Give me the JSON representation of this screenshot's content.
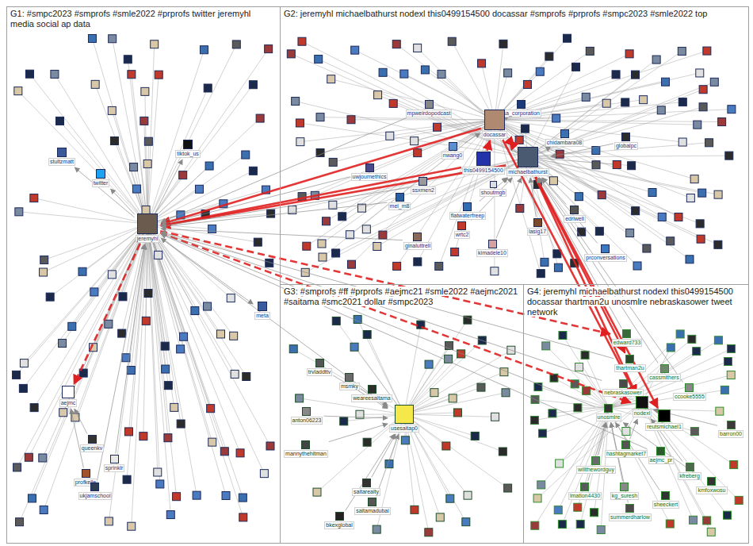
{
  "diagram": {
    "nodes": [
      {
        "text": [
          "G1: #smpc2023 #smprofs #smle2022 #prprofs twitter jeremyhl media social ap data"
        ]
      },
      {
        "text": [
          "G2: jeremyhl michaelbathurst nodexl this0499154500 docassar #smprofs #prprofs #smpc2023 #smle2022 top"
        ]
      },
      {
        "text": [
          "G3: #smprofs #ff #prprofs #aejmc21 #smle2022 #aejmc2021 #saitama #smc2021 dollar #smpc2023"
        ]
      },
      {
        "text": [
          "G4: jeremyhl michaelbathurst nodexl this0499154500 docassar thartman2u unosmlre nebraskasower tweet network"
        ]
      },
      {
        "text": [
          "stultzmatt"
        ],
        "in": 0
      },
      {
        "text": [
          "twitter"
        ],
        "in": 0
      },
      {
        "text": [
          "tiktok_us"
        ],
        "in": 0
      },
      {
        "text": [
          "jeremyhl"
        ],
        "in": 0
      },
      {
        "text": [
          "meta"
        ],
        "in": 0
      },
      {
        "text": [
          "aejmc"
        ],
        "in": 0
      },
      {
        "text": [
          "queenkv"
        ],
        "in": 0
      },
      {
        "text": [
          "sprinklr"
        ],
        "in": 0
      },
      {
        "text": [
          "profkelle"
        ],
        "in": 0
      },
      {
        "text": [
          "ukjamschool"
        ],
        "in": 0
      },
      {
        "text": [
          "mpweirdopodcast"
        ],
        "in": 1
      },
      {
        "text": [
          "lsa_corporation"
        ],
        "in": 1
      },
      {
        "text": [
          "docassar"
        ],
        "in": 1
      },
      {
        "text": [
          "chidambara08"
        ],
        "in": 1
      },
      {
        "text": [
          "globalpc"
        ],
        "in": 1
      },
      {
        "text": [
          "nwang0"
        ],
        "in": 1
      },
      {
        "text": [
          "michaelbathurst"
        ],
        "in": 1
      },
      {
        "text": [
          "this0499154500"
        ],
        "in": 1
      },
      {
        "text": [
          "uwjournethics"
        ],
        "in": 1
      },
      {
        "text": [
          "shoutmgb"
        ],
        "in": 1
      },
      {
        "text": [
          "ssxmen2"
        ],
        "in": 1
      },
      {
        "text": [
          "mel_m8"
        ],
        "in": 1
      },
      {
        "text": [
          "flatwaterfreep"
        ],
        "in": 1
      },
      {
        "text": [
          "edriwell"
        ],
        "in": 1
      },
      {
        "text": [
          "lasig17"
        ],
        "in": 1
      },
      {
        "text": [
          "wrtc2"
        ],
        "in": 1
      },
      {
        "text": [
          "ginaluttrell"
        ],
        "in": 1
      },
      {
        "text": [
          "kimadele10"
        ],
        "in": 1
      },
      {
        "text": [
          "prconversations"
        ],
        "in": 1
      },
      {
        "text": [
          "trvladdttv"
        ],
        "in": 2
      },
      {
        "text": [
          "msmky"
        ],
        "in": 2
      },
      {
        "text": [
          "weareesaitama"
        ],
        "in": 2
      },
      {
        "text": [
          "anton06223"
        ],
        "in": 2
      },
      {
        "text": [
          "usesaitap0"
        ],
        "in": 2
      },
      {
        "text": [
          "mannythehitman"
        ],
        "in": 2
      },
      {
        "text": [
          "saitarealty"
        ],
        "in": 2
      },
      {
        "text": [
          "saitamadubai"
        ],
        "in": 2
      },
      {
        "text": [
          "bkexglobal"
        ],
        "in": 2
      },
      {
        "text": [
          "edward733"
        ],
        "in": 3
      },
      {
        "text": [
          "thartman2u"
        ],
        "in": 3
      },
      {
        "text": [
          "cassmithers"
        ],
        "in": 3
      },
      {
        "text": [
          "nebraskasower"
        ],
        "in": 3
      },
      {
        "text": [
          "ccooke5555"
        ],
        "in": 3
      },
      {
        "text": [
          "nodexl"
        ],
        "in": 3
      },
      {
        "text": [
          "unosmlre"
        ],
        "in": 3
      },
      {
        "text": [
          "reutsmichael1"
        ],
        "in": 3
      },
      {
        "text": [
          "barron00"
        ],
        "in": 3
      },
      {
        "text": [
          "hashtagmarket7"
        ],
        "in": 3
      },
      {
        "text": [
          "aejmc_pr"
        ],
        "in": 3
      },
      {
        "text": [
          "kfreberg"
        ],
        "in": 3
      },
      {
        "text": [
          "willthewordguy"
        ],
        "in": 3
      },
      {
        "text": [
          "kmfoxwosu"
        ],
        "in": 3
      },
      {
        "text": [
          "lmation4430"
        ],
        "in": 3
      },
      {
        "text": [
          "kg_suresh"
        ],
        "in": 3
      },
      {
        "text": [
          "sheeckert"
        ],
        "in": 3
      },
      {
        "text": [
          "summerdharlow"
        ],
        "in": 3
      }
    ],
    "edges": [
      {
        "from": 20,
        "to": 7,
        "arrow": "to"
      },
      {
        "from": 16,
        "to": 7,
        "arrow": "to"
      },
      {
        "from": 21,
        "to": 7,
        "arrow": "to"
      },
      {
        "from": 14,
        "to": 7,
        "arrow": "to"
      },
      {
        "from": 7,
        "to": 9,
        "arrow": "to"
      },
      {
        "from": 20,
        "to": 16,
        "arrow": "both"
      },
      {
        "from": 21,
        "to": 16,
        "arrow": "to"
      },
      {
        "from": 20,
        "to": 47,
        "arrow": "to"
      },
      {
        "from": 20,
        "to": 43,
        "arrow": "to"
      },
      {
        "from": 20,
        "to": 49,
        "arrow": "to"
      },
      {
        "from": 16,
        "to": 47,
        "arrow": "to"
      },
      {
        "from": 7,
        "to": 47,
        "arrow": "to"
      },
      {
        "from": 7,
        "to": 42,
        "arrow": "to"
      },
      {
        "from": 7,
        "to": 5,
        "arrow": "to"
      },
      {
        "from": 7,
        "to": 6,
        "arrow": "to"
      },
      {
        "from": 7,
        "to": 8,
        "arrow": "to"
      },
      {
        "from": 7,
        "to": 4,
        "arrow": "to"
      },
      {
        "from": 10,
        "to": 9,
        "arrow": "to"
      },
      {
        "from": 12,
        "to": 9,
        "arrow": "to"
      },
      {
        "from": 13,
        "to": 7,
        "arrow": "to"
      },
      {
        "from": 42,
        "to": 20,
        "arrow": "to"
      },
      {
        "from": 31,
        "to": 20,
        "arrow": "to"
      },
      {
        "from": 29,
        "to": 20,
        "arrow": "to"
      },
      {
        "from": 28,
        "to": 20,
        "arrow": "to"
      },
      {
        "from": 27,
        "to": 20,
        "arrow": "to"
      },
      {
        "from": 18,
        "to": 20,
        "arrow": "to"
      },
      {
        "from": 17,
        "to": 20,
        "arrow": "to"
      },
      {
        "from": 15,
        "to": 16,
        "arrow": "to"
      },
      {
        "from": 19,
        "to": 16,
        "arrow": "to"
      },
      {
        "from": 22,
        "to": 7,
        "arrow": "to"
      },
      {
        "from": 24,
        "to": 7,
        "arrow": "to"
      },
      {
        "from": 25,
        "to": 7,
        "arrow": "to"
      },
      {
        "from": 33,
        "to": 37,
        "arrow": "to"
      },
      {
        "from": 34,
        "to": 37,
        "arrow": "to"
      },
      {
        "from": 35,
        "to": 37,
        "arrow": "to"
      },
      {
        "from": 36,
        "to": 37,
        "arrow": "to"
      },
      {
        "from": 38,
        "to": 37,
        "arrow": "to"
      },
      {
        "from": 39,
        "to": 37,
        "arrow": "to"
      },
      {
        "from": 40,
        "to": 37,
        "arrow": "to"
      },
      {
        "from": 41,
        "to": 37,
        "arrow": "to"
      },
      {
        "from": 53,
        "to": 47,
        "arrow": "to"
      },
      {
        "from": 51,
        "to": 47,
        "arrow": "to"
      },
      {
        "from": 54,
        "to": 48,
        "arrow": "to"
      },
      {
        "from": 59,
        "to": 48,
        "arrow": "to"
      },
      {
        "from": 58,
        "to": 48,
        "arrow": "to"
      },
      {
        "from": 56,
        "to": 48,
        "arrow": "to"
      },
      {
        "from": 57,
        "to": 48,
        "arrow": "to"
      },
      {
        "from": 52,
        "to": 7,
        "arrow": "to"
      },
      {
        "from": 50,
        "to": 47,
        "arrow": "to"
      },
      {
        "from": 55,
        "to": 48,
        "arrow": "to"
      },
      {
        "from": 46,
        "to": 20,
        "arrow": "to"
      },
      {
        "from": 44,
        "to": 20,
        "arrow": "to"
      },
      {
        "from": 43,
        "to": 7,
        "arrow": "to"
      },
      {
        "from": 45,
        "to": 7,
        "arrow": "to"
      },
      {
        "from": 48,
        "to": 7,
        "arrow": "to"
      },
      {
        "from": 11,
        "to": 7,
        "arrow": "to"
      },
      {
        "from": 26,
        "to": 20,
        "arrow": "to"
      },
      {
        "from": 30,
        "to": 7,
        "arrow": "to"
      },
      {
        "from": 23,
        "to": 20,
        "arrow": "to"
      },
      {
        "from": 32,
        "to": 20,
        "arrow": "to"
      },
      {
        "from": 37,
        "to": 7,
        "arrow": "to"
      }
    ]
  }
}
